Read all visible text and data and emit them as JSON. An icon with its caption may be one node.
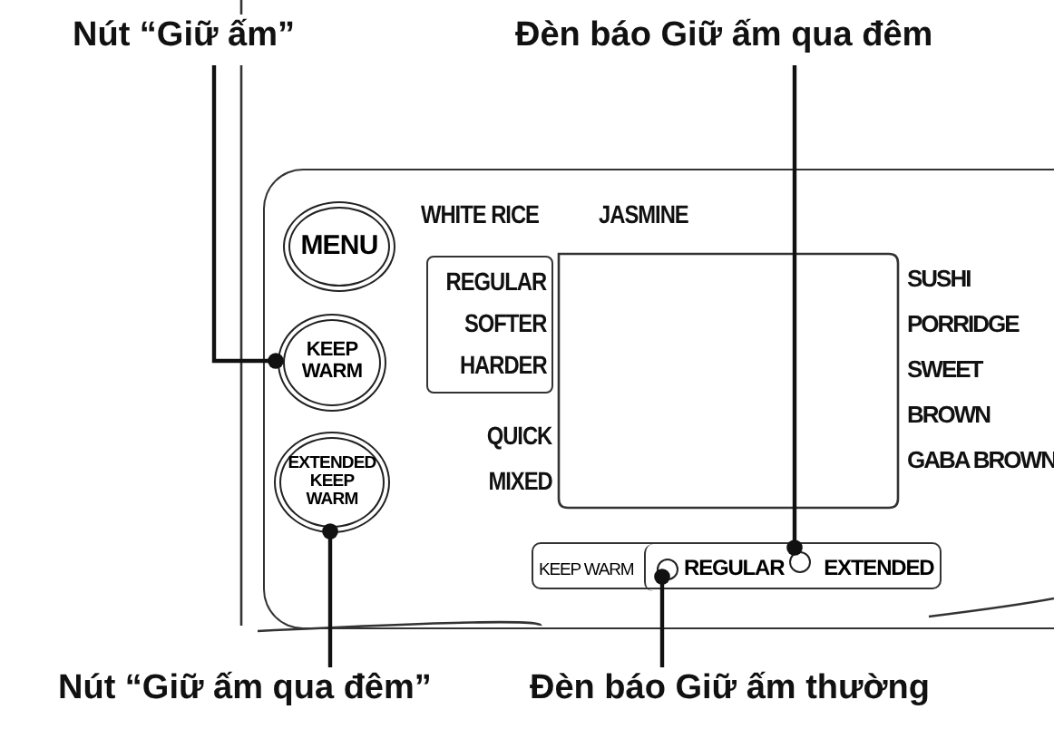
{
  "diagram": {
    "nodes": [
      {
        "text": [
          "Nút “Giữ ấm”"
        ]
      },
      {
        "text": [
          "Đèn báo Giữ ấm qua đêm"
        ]
      },
      {
        "text": [],
        "shape": "box"
      },
      {
        "text": [
          "MENU"
        ],
        "in": 2
      },
      {
        "text": [
          "KEEP WARM"
        ],
        "in": 2
      },
      {
        "text": [
          "EXTENDED KEEP WARM"
        ],
        "in": 2
      },
      {
        "text": [
          "REGULAR",
          "SOFTER",
          "HARDER"
        ],
        "in": 2
      },
      {
        "text": [
          "KEEP WARM"
        ],
        "in": 2
      },
      {
        "text": [
          "REGULAR",
          "EXTENDED"
        ],
        "in": 7
      },
      {
        "text": [],
        "shape": "circle",
        "in": 8
      },
      {
        "text": [],
        "shape": "circle",
        "in": 8
      },
      {
        "text": [
          "Nút “Giữ ấm qua đêm”"
        ]
      },
      {
        "text": [
          "Đèn báo Giữ ấm thường"
        ]
      }
    ],
    "edges": [
      {
        "from": 0,
        "to": 4,
        "arrow": "other"
      },
      {
        "from": 1,
        "to": 10,
        "arrow": "other"
      },
      {
        "from": 11,
        "to": 5,
        "arrow": "other"
      },
      {
        "from": 12,
        "to": 9,
        "arrow": "other"
      }
    ],
    "labels": [
      "WHITE RICE",
      "JASMINE",
      "QUICK",
      "MIXED",
      "SUSHI",
      "PORRIDGE",
      "SWEET",
      "BROWN",
      "GABA BROWN"
    ]
  }
}
